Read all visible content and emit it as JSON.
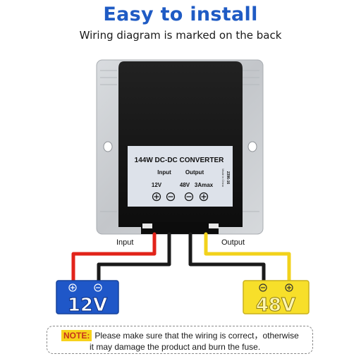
{
  "header": {
    "title": "Easy to install",
    "subtitle": "Wiring diagram is marked on the back"
  },
  "converter": {
    "label_title": "144W DC-DC CONVERTER",
    "input_heading": "Input",
    "output_heading": "Output",
    "input_voltage": "12V",
    "output_voltage": "48V",
    "output_current": "3Amax",
    "side_code": "2396-16",
    "side_text": "Made in China",
    "label_bg": "#dde2ea",
    "body_color": "#121212",
    "plate_color": "#c9ccd0"
  },
  "wires": {
    "input_label": "Input",
    "output_label": "Output",
    "colors": {
      "positive_in": "#e2231a",
      "negative": "#1a1a1a",
      "positive_out": "#f2d21b"
    }
  },
  "batteries": {
    "left": {
      "voltage": "12V",
      "plus_symbol": "⊕",
      "minus_symbol": "⊖",
      "color": "#1f57c8"
    },
    "right": {
      "voltage": "48V",
      "plus_symbol": "⊕",
      "minus_symbol": "⊖",
      "color": "#f7df2a"
    }
  },
  "note": {
    "tag": "NOTE:",
    "line1": "Please make sure that the wiring is correct，otherwise",
    "line2": "it may damage the product and burn the fuse."
  }
}
